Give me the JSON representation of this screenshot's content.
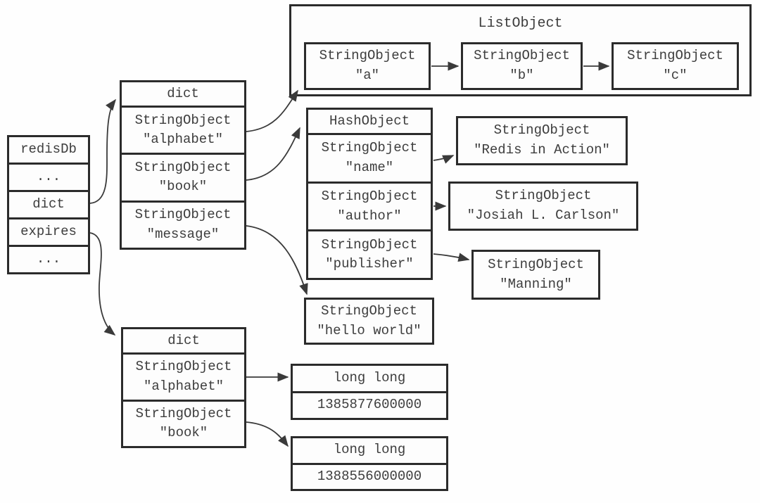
{
  "colors": {
    "background": "#fefefe",
    "border": "#2b2b2b",
    "text": "#3d3d3d"
  },
  "redisdb_stack": {
    "rows": [
      "redisDb",
      "...",
      "dict",
      "expires",
      "..."
    ]
  },
  "main_dict": {
    "header": "dict",
    "rows": [
      "StringObject\n\"alphabet\"",
      "StringObject\n\"book\"",
      "StringObject\n\"message\""
    ]
  },
  "list_object": {
    "title": "ListObject",
    "items": [
      "StringObject\n\"a\"",
      "StringObject\n\"b\"",
      "StringObject\n\"c\""
    ]
  },
  "hash_object": {
    "header": "HashObject",
    "rows": [
      "StringObject\n\"name\"",
      "StringObject\n\"author\"",
      "StringObject\n\"publisher\""
    ]
  },
  "hash_values": {
    "name": "StringObject\n\"Redis in Action\"",
    "author": "StringObject\n\"Josiah L. Carlson\"",
    "publisher": "StringObject\n\"Manning\""
  },
  "message_value": "StringObject\n\"hello world\"",
  "expires_dict": {
    "header": "dict",
    "rows": [
      "StringObject\n\"alphabet\"",
      "StringObject\n\"book\""
    ]
  },
  "expire_times": {
    "alphabet": {
      "type": "long long",
      "value": "1385877600000"
    },
    "book": {
      "type": "long long",
      "value": "1388556000000"
    }
  }
}
